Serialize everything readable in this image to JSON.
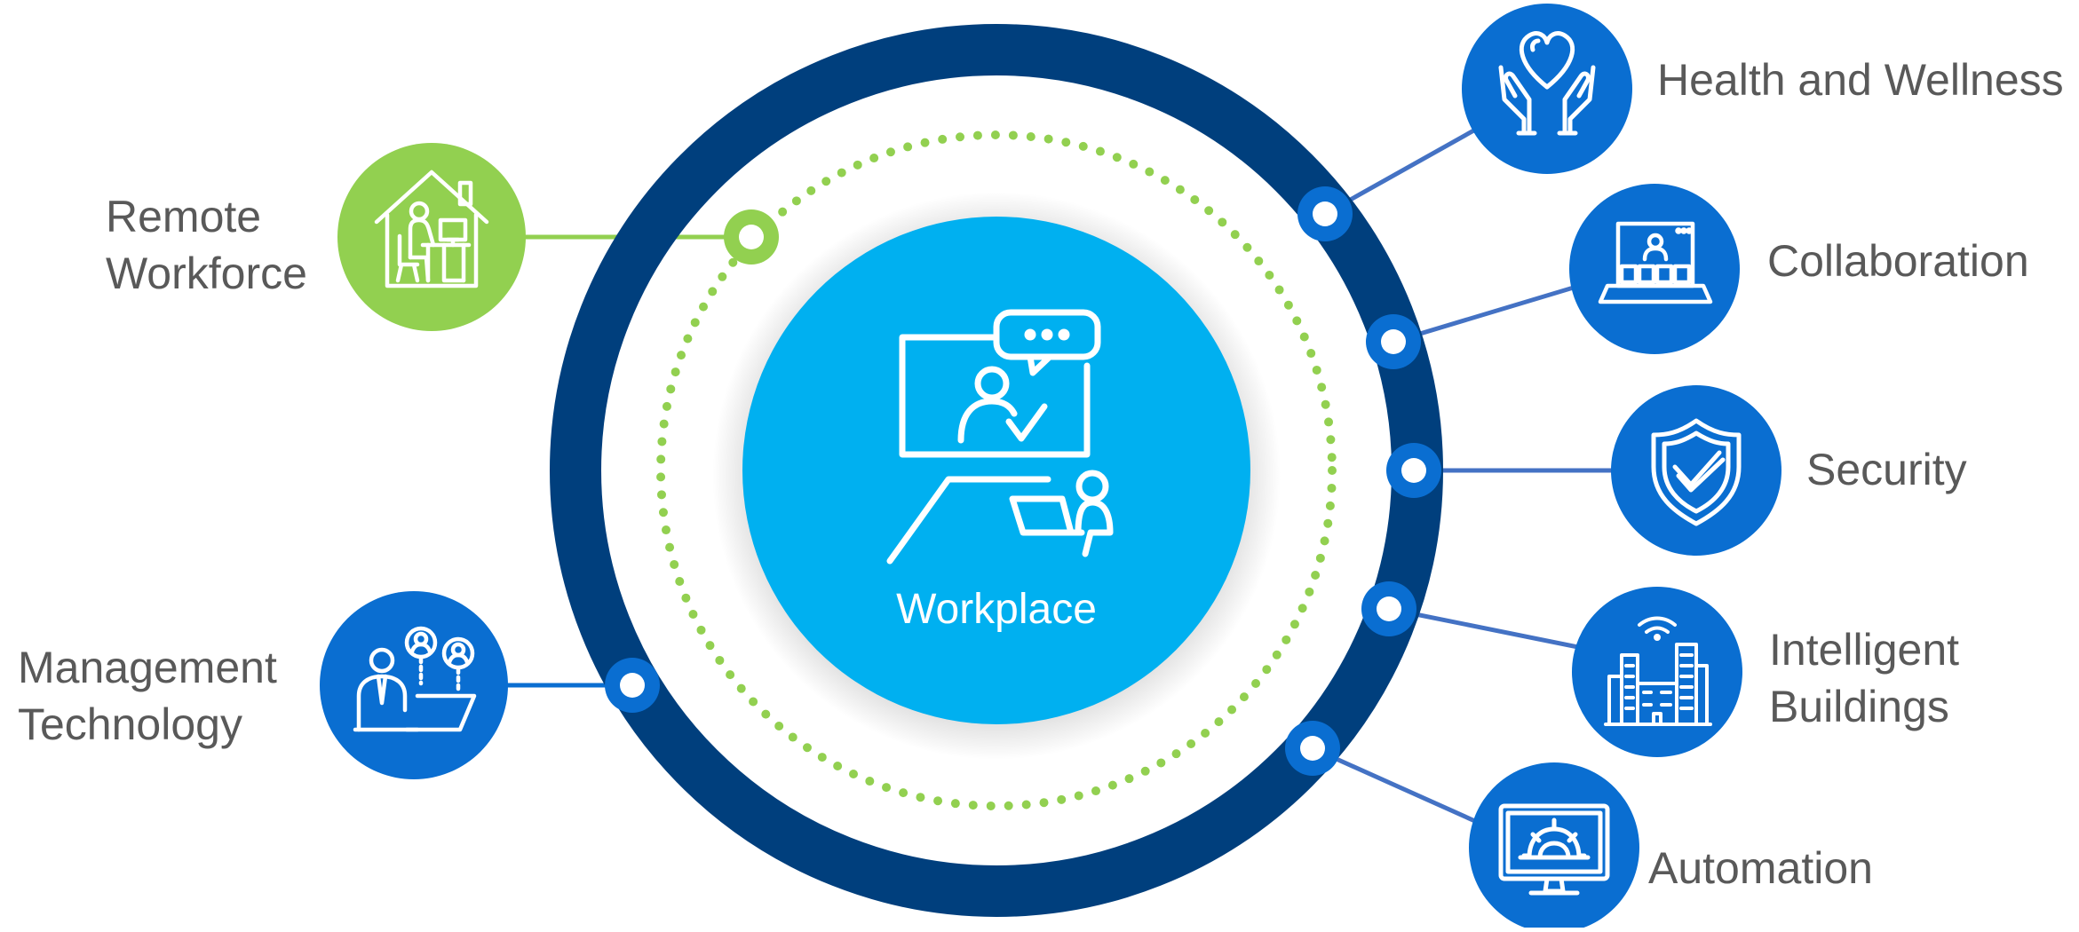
{
  "center": {
    "label": "Workplace"
  },
  "topics": [
    {
      "id": "health",
      "lines": [
        "Health and Wellness"
      ],
      "icon": "caring-hands-heart-icon"
    },
    {
      "id": "collab",
      "lines": [
        "Collaboration"
      ],
      "icon": "video-conference-laptop-icon"
    },
    {
      "id": "security",
      "lines": [
        "Security"
      ],
      "icon": "shield-check-icon"
    },
    {
      "id": "buildings",
      "lines": [
        "Intelligent",
        "Buildings"
      ],
      "icon": "smart-buildings-icon"
    },
    {
      "id": "automation",
      "lines": [
        "Automation"
      ],
      "icon": "monitor-gear-icon"
    },
    {
      "id": "remote",
      "lines": [
        "Remote",
        "Workforce"
      ],
      "icon": "home-office-icon"
    },
    {
      "id": "mgmt",
      "lines": [
        "Management",
        "Technology"
      ],
      "icon": "manager-team-icon"
    }
  ],
  "colors": {
    "outer_ring": "#003f7d",
    "topic_blue": "#0a6ed1",
    "accent_green": "#92d050",
    "center_fill": "#00b0f0",
    "connector_blue": "#4472c4",
    "label_text": "#595959"
  }
}
